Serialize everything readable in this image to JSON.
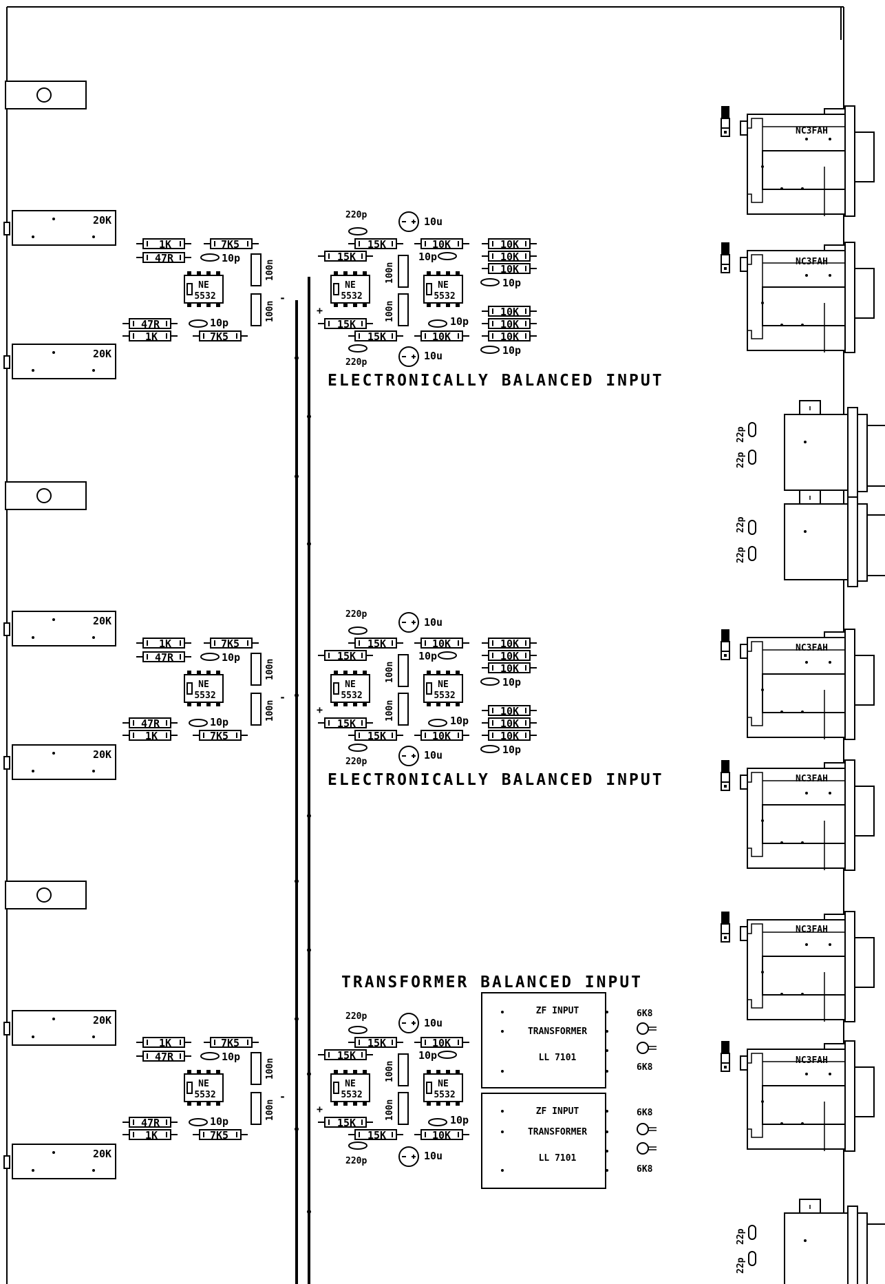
{
  "section_titles": {
    "eb1": "ELECTRONICALLY BALANCED INPUT",
    "eb2": "ELECTRONICALLY BALANCED INPUT",
    "tb": "TRANSFORMER BALANCED INPUT"
  },
  "pots": {
    "value": "20K"
  },
  "opamp": {
    "line1": "NE",
    "line2": "5532"
  },
  "resistors": {
    "r1k": "1K",
    "r47r": "47R",
    "r7k5": "7K5",
    "r15k": "15K",
    "r10k": "10K"
  },
  "caps": {
    "c10p": "10p",
    "c100n": "100n",
    "c220p": "220p",
    "c10u": "10u",
    "c22p": "22p"
  },
  "polarity": {
    "minus": "-",
    "plus": "+"
  },
  "connectors": {
    "xlr_female": "NC3FAH"
  },
  "transformer": {
    "line1": "ZF INPUT",
    "line2": "TRANSFORMER",
    "line3": "LL 7101",
    "damping_resistor": "6K8"
  }
}
